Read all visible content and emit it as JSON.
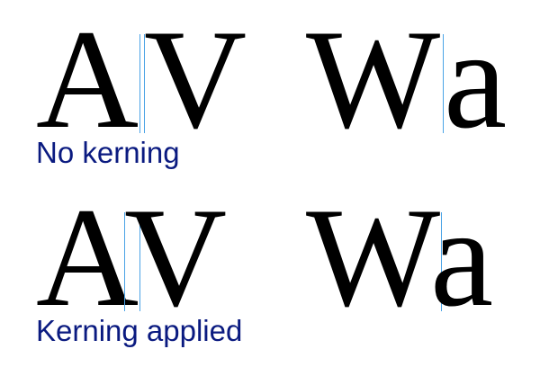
{
  "top_row": {
    "caption": "No kerning",
    "pairs": [
      {
        "left": "A",
        "right": "V"
      },
      {
        "left": "W",
        "right": "a"
      }
    ]
  },
  "bottom_row": {
    "caption": "Kerning applied",
    "pairs": [
      {
        "left": "A",
        "right": "V"
      },
      {
        "left": "W",
        "right": "a"
      }
    ]
  },
  "colors": {
    "glyph": "#000000",
    "guide_line": "#4aa3e6",
    "caption": "#0a1a80"
  }
}
